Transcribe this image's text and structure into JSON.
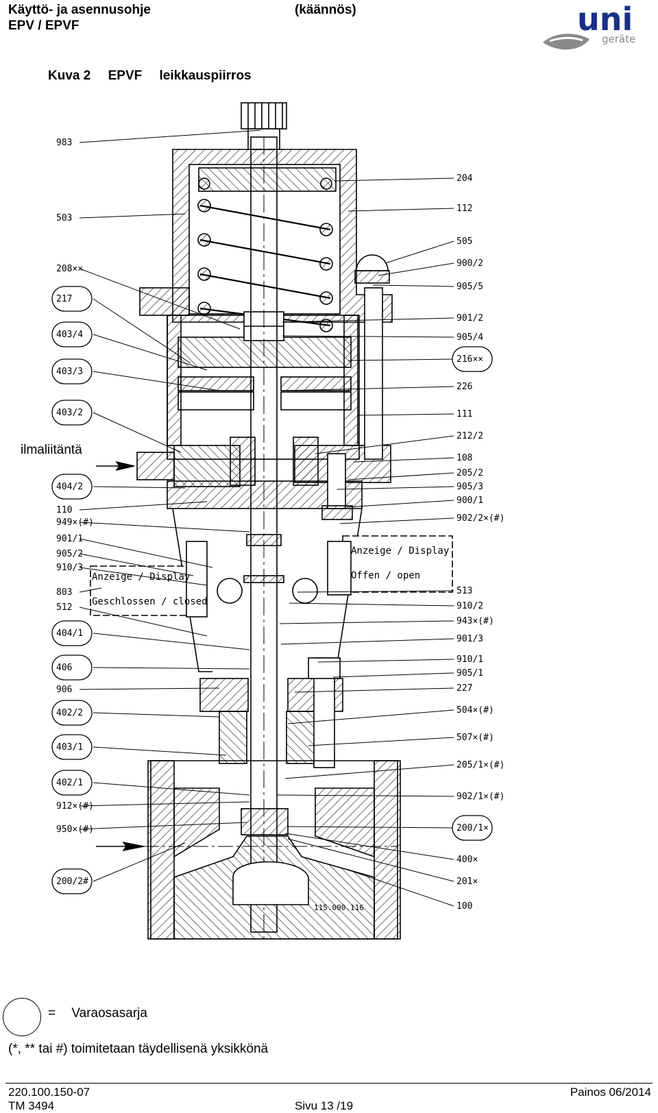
{
  "header": {
    "title": "Käyttö- ja asennusohje",
    "subtitle": "EPV / EPVF",
    "translation": "(käännös)"
  },
  "logo": {
    "brand": "uni",
    "sub": "geräte",
    "color": "#1a2f86",
    "swoosh_color": "#8a8a8a"
  },
  "figure": {
    "label": "Kuva 2",
    "model": "EPVF",
    "caption": "leikkauspiirros",
    "air_connection": "ilmaliitäntä",
    "drawing_number": "115.000.116",
    "display_left": {
      "title": "Anzeige / Display",
      "state": "Geschlossen / closed"
    },
    "display_right": {
      "title": "Anzeige / Display",
      "state": "Offen / open"
    },
    "left_parts": [
      {
        "id": "l0",
        "text": "983",
        "circled": false
      },
      {
        "id": "l1",
        "text": "503",
        "circled": false
      },
      {
        "id": "l2",
        "text": "208××",
        "circled": false
      },
      {
        "id": "l3",
        "text": "217",
        "circled": true
      },
      {
        "id": "l4",
        "text": "403/4",
        "circled": true
      },
      {
        "id": "l5",
        "text": "403/3",
        "circled": true
      },
      {
        "id": "l6",
        "text": "403/2",
        "circled": true
      },
      {
        "id": "l7",
        "text": "404/2",
        "circled": true
      },
      {
        "id": "l8",
        "text": "110",
        "circled": false
      },
      {
        "id": "l9",
        "text": "949×(#)",
        "circled": false
      },
      {
        "id": "l10",
        "text": "901/1",
        "circled": false
      },
      {
        "id": "l11",
        "text": "905/2",
        "circled": false
      },
      {
        "id": "l12",
        "text": "910/3",
        "circled": false
      },
      {
        "id": "l13",
        "text": "803",
        "circled": false
      },
      {
        "id": "l14",
        "text": "512",
        "circled": false
      },
      {
        "id": "l15",
        "text": "404/1",
        "circled": true
      },
      {
        "id": "l16",
        "text": "406",
        "circled": true
      },
      {
        "id": "l17",
        "text": "906",
        "circled": false
      },
      {
        "id": "l18",
        "text": "402/2",
        "circled": true
      },
      {
        "id": "l19",
        "text": "403/1",
        "circled": true
      },
      {
        "id": "l20",
        "text": "402/1",
        "circled": true
      },
      {
        "id": "l21",
        "text": "912×(#)",
        "circled": false
      },
      {
        "id": "l22",
        "text": "950×(#)",
        "circled": false
      },
      {
        "id": "l23",
        "text": "200/2#",
        "circled": true
      }
    ],
    "right_parts": [
      {
        "id": "r0",
        "text": "204",
        "circled": false
      },
      {
        "id": "r1",
        "text": "112",
        "circled": false
      },
      {
        "id": "r2",
        "text": "505",
        "circled": false
      },
      {
        "id": "r3",
        "text": "900/2",
        "circled": false
      },
      {
        "id": "r4",
        "text": "905/5",
        "circled": false
      },
      {
        "id": "r5",
        "text": "901/2",
        "circled": false
      },
      {
        "id": "r6",
        "text": "905/4",
        "circled": false
      },
      {
        "id": "r7",
        "text": "216××",
        "circled": true
      },
      {
        "id": "r8",
        "text": "226",
        "circled": false
      },
      {
        "id": "r9",
        "text": "111",
        "circled": false
      },
      {
        "id": "r10",
        "text": "212/2",
        "circled": false
      },
      {
        "id": "r11",
        "text": "108",
        "circled": false
      },
      {
        "id": "r12",
        "text": "205/2",
        "circled": false
      },
      {
        "id": "r13",
        "text": "905/3",
        "circled": false
      },
      {
        "id": "r14",
        "text": "900/1",
        "circled": false
      },
      {
        "id": "r15",
        "text": "902/2×(#)",
        "circled": false
      },
      {
        "id": "r16",
        "text": "513",
        "circled": false
      },
      {
        "id": "r17",
        "text": "910/2",
        "circled": false
      },
      {
        "id": "r18",
        "text": "943×(#)",
        "circled": false
      },
      {
        "id": "r19",
        "text": "901/3",
        "circled": false
      },
      {
        "id": "r20",
        "text": "910/1",
        "circled": false
      },
      {
        "id": "r21",
        "text": "905/1",
        "circled": false
      },
      {
        "id": "r22",
        "text": "227",
        "circled": false
      },
      {
        "id": "r23",
        "text": "504×(#)",
        "circled": false
      },
      {
        "id": "r24",
        "text": "507×(#)",
        "circled": false
      },
      {
        "id": "r25",
        "text": "205/1×(#)",
        "circled": false
      },
      {
        "id": "r26",
        "text": "902/1×(#)",
        "circled": false
      },
      {
        "id": "r27",
        "text": "200/1×",
        "circled": true
      },
      {
        "id": "r28",
        "text": "400×",
        "circled": false
      },
      {
        "id": "r29",
        "text": "201×",
        "circled": false
      },
      {
        "id": "r30",
        "text": "100",
        "circled": false
      }
    ]
  },
  "legend": {
    "equals": "=",
    "label": "Varaosasarja",
    "footnote": "(*, ** tai #) toimitetaan täydellisenä yksikkönä"
  },
  "footer": {
    "doc_number": "220.100.150-07",
    "tm": "TM 3494",
    "edition": "Painos  06/2014",
    "page": "Sivu 13 /19"
  }
}
